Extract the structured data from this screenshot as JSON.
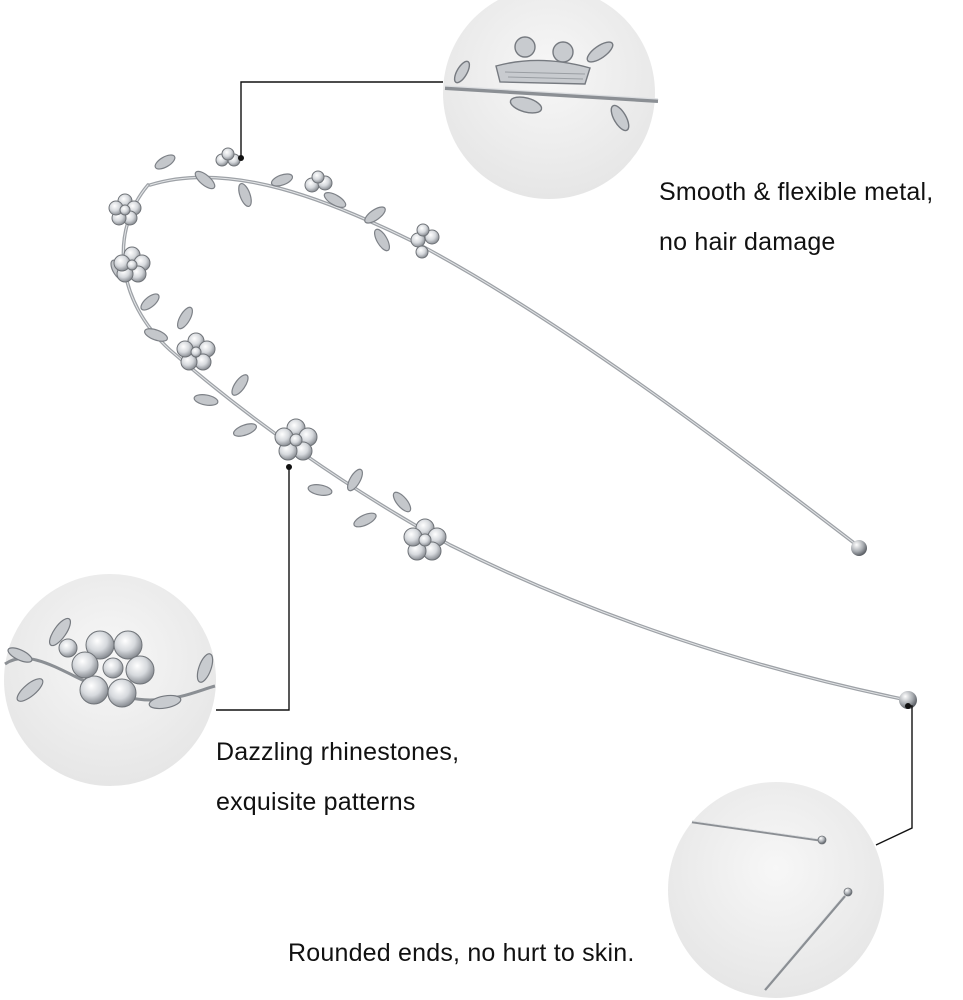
{
  "captions": {
    "metal": {
      "line1": "Smooth & flexible metal,",
      "line2": "no hair damage"
    },
    "rhinestones": {
      "line1": "Dazzling rhinestones,",
      "line2": "exquisite patterns"
    },
    "ends": {
      "line1": "Rounded ends, no hurt to skin."
    }
  },
  "colors": {
    "background": "#ffffff",
    "callout_circle": "#eeeeee",
    "metal": "#b9bcc0",
    "metal_dark": "#6f7378",
    "leader_line": "#111111",
    "text": "#111111"
  }
}
